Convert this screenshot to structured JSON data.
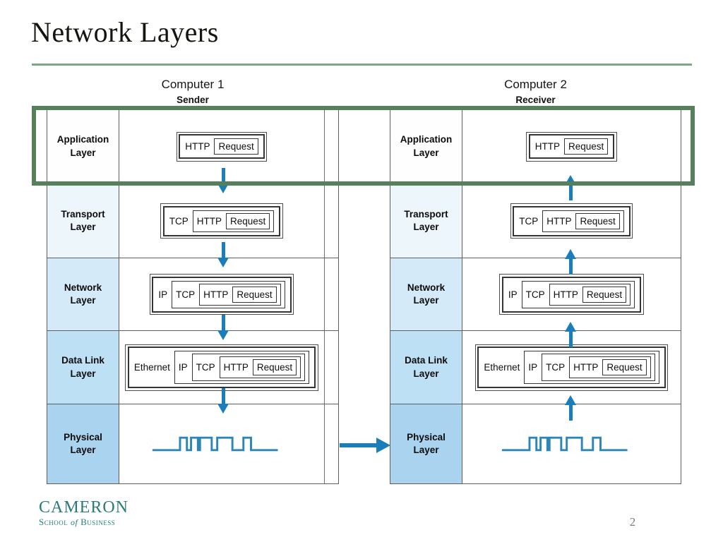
{
  "slide": {
    "title": "Network Layers",
    "page_number": "2"
  },
  "headers": {
    "left": {
      "computer": "Computer 1",
      "role": "Sender"
    },
    "right": {
      "computer": "Computer 2",
      "role": "Receiver"
    }
  },
  "layers": [
    {
      "label": "Application Layer"
    },
    {
      "label": "Transport Layer"
    },
    {
      "label": "Network Layer"
    },
    {
      "label": "Data Link Layer"
    },
    {
      "label": "Physical Layer"
    }
  ],
  "packets": {
    "application": [
      "HTTP",
      "Request"
    ],
    "transport": [
      "TCP",
      "HTTP",
      "Request"
    ],
    "network": [
      "IP",
      "TCP",
      "HTTP",
      "Request"
    ],
    "datalink": [
      "Ethernet",
      "IP",
      "TCP",
      "HTTP",
      "Request"
    ]
  },
  "logo": {
    "name": "CAMERON",
    "school": "School",
    "of": "of",
    "business": "Business"
  },
  "colors": {
    "accent_green": "#567F5B",
    "rule_green": "#7EA687",
    "arrow_blue": "#1B7EB8",
    "signal_blue": "#2C86B8",
    "logo_teal": "#2A7C7B",
    "layer0": "#FEFEFE",
    "layer1": "#EDF6FB",
    "layer2": "#D4EAF8",
    "layer3": "#BEE0F5",
    "layer4": "#A9D3EF"
  }
}
